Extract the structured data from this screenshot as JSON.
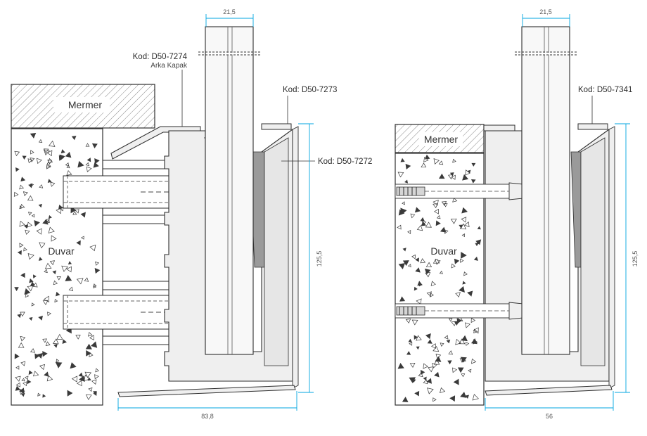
{
  "left": {
    "material_top": "Mermer",
    "material_wall": "Duvar",
    "code_back_cover": "Kod: D50-7274",
    "back_cover_name": "Arka Kapak",
    "code_cover": "Kod: D50-7273",
    "code_profile": "Kod: D50-7272",
    "dim_top": "21,5",
    "dim_height": "125,5",
    "dim_bottom": "83,8"
  },
  "right": {
    "material_top": "Mermer",
    "material_wall": "Duvar",
    "code_cover": "Kod: D50-7341",
    "dim_top": "21,5",
    "dim_height": "125,5",
    "dim_bottom": "56"
  },
  "colors": {
    "line": "#2e2e2e",
    "profile_fill": "#efefef",
    "glass_fill": "#f8f8f8",
    "gasket": "#9a9a9a",
    "accent_dim": "#00a6e0"
  }
}
